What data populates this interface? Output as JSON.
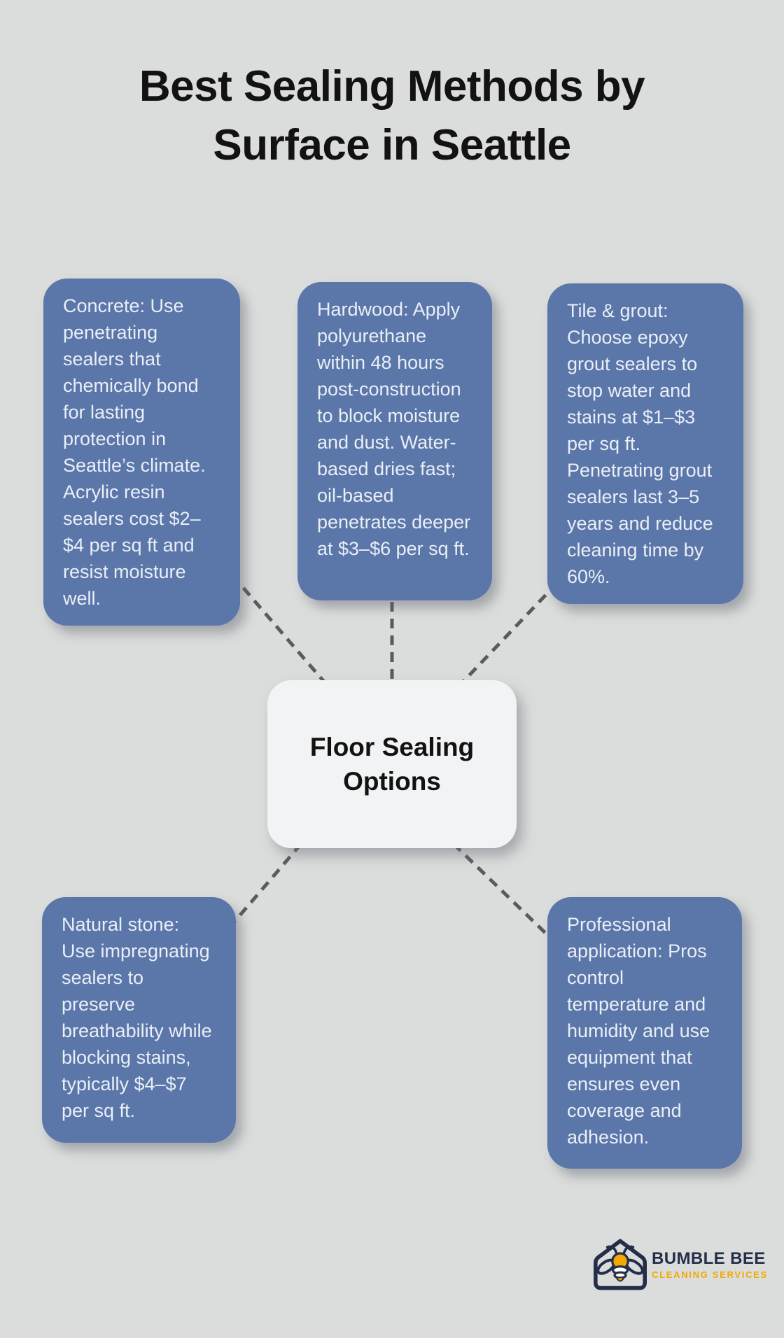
{
  "title": "Best Sealing Methods by Surface in Seattle",
  "center": {
    "label": "Floor Sealing Options"
  },
  "nodes": [
    {
      "id": "concrete",
      "text": "Concrete: Use penetrating sealers that chemically bond for lasting protection in Seattle’s climate. Acrylic resin sealers cost $2–$4 per sq ft and resist moisture well."
    },
    {
      "id": "hardwood",
      "text": "Hardwood: Apply polyurethane within 48 hours post-construction to block moisture and dust. Water-based dries fast; oil-based penetrates deeper at $3–$6 per sq ft."
    },
    {
      "id": "tile-grout",
      "text": "Tile & grout: Choose epoxy grout sealers to stop water and stains at $1–$3 per sq ft. Penetrating grout sealers last 3–5 years and reduce cleaning time by 60%."
    },
    {
      "id": "natural-stone",
      "text": "Natural stone: Use impregnating sealers to preserve breathability while blocking stains, typically $4–$7 per sq ft."
    },
    {
      "id": "professional",
      "text": "Professional application: Pros control temperature and humidity and use equipment that ensures even coverage and adhesion."
    }
  ],
  "logo": {
    "name": "BUMBLE BEE",
    "tagline": "CLEANING SERVICES"
  },
  "colors": {
    "background": "#dbdddc",
    "node_fill": "#5b76a8",
    "node_text": "#e9eff7",
    "center_fill": "#f2f3f4",
    "connector": "#5a5b5c",
    "title_text": "#121212",
    "logo_navy": "#252e48",
    "logo_gold": "#f2a900"
  }
}
